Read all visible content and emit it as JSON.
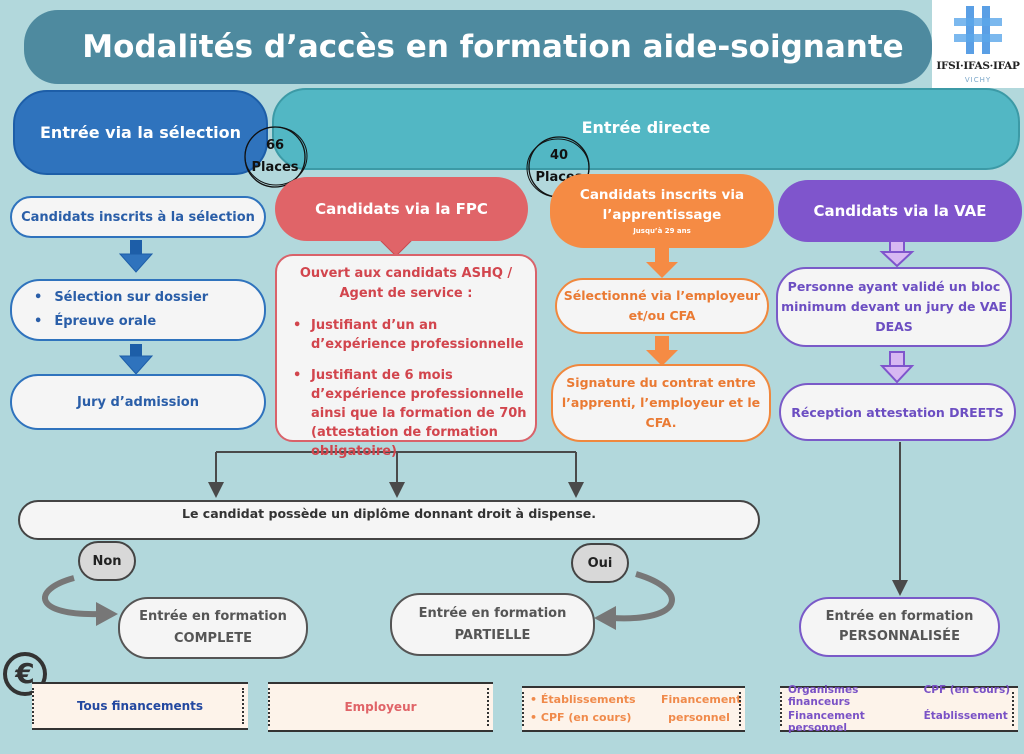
{
  "title": "Modalités d’accès en formation aide-soignante",
  "logo": {
    "text": "IFSI·IFAS·IFAP",
    "subtitle": "VICHY"
  },
  "selection": {
    "header": "Entrée via la sélection",
    "places_count": "66",
    "places_label": "Places",
    "candidates": "Candidats inscrits à la sélection",
    "steps": [
      "Sélection sur dossier",
      "Épreuve orale"
    ],
    "jury": "Jury d’admission",
    "funding": "Tous financements"
  },
  "direct": {
    "header": "Entrée directe",
    "places_count": "40",
    "places_label": "Places"
  },
  "fpc": {
    "header": "Candidats via la FPC",
    "intro": "Ouvert aux candidats ASHQ / Agent de service  :",
    "conditions": [
      "Justifiant d’un an d’expérience professionnelle",
      "Justifiant de 6 mois d’expérience professionnelle ainsi que la formation de 70h (attestation de formation obligatoire)"
    ],
    "funding": "Employeur"
  },
  "apprentissage": {
    "header": "Candidats inscrits via l’apprentissage",
    "subheader": "Jusqu’à 29 ans",
    "step1": "Sélectionné via l’employeur et/ou CFA",
    "step2": "Signature du contrat entre l’apprenti, l’employeur et le CFA.",
    "funding": {
      "bullets": [
        "Établissements",
        "CPF (en cours)"
      ],
      "other": "Financement personnel"
    }
  },
  "vae": {
    "header": "Candidats via la VAE",
    "step1": "Personne ayant validé un bloc minimum devant un jury de VAE DEAS",
    "step2": "Réception attestation DREETS",
    "outcome_line1": "Entrée en formation",
    "outcome_line2": "PERSONNALISÉE",
    "funding": [
      "Organismes financeurs",
      "CPF (en cours)",
      "Financement personnel",
      "Établissement"
    ]
  },
  "decision": {
    "question": "Le candidat possède un diplôme donnant droit à dispense.",
    "no_label": "Non",
    "yes_label": "Oui",
    "no_outcome_line1": "Entrée en formation",
    "no_outcome_line2": "COMPLETE",
    "yes_outcome_line1": "Entrée en formation",
    "yes_outcome_line2": "PARTIELLE"
  },
  "icons": {
    "funding": "€"
  },
  "colors": {
    "background": "#b2d8dc",
    "title": "#4e8a9f",
    "selection": "#2f73bd",
    "direct": "#52b7c4",
    "fpc": "#e06468",
    "apprentissage": "#f58b44",
    "vae": "#7f55cc"
  }
}
